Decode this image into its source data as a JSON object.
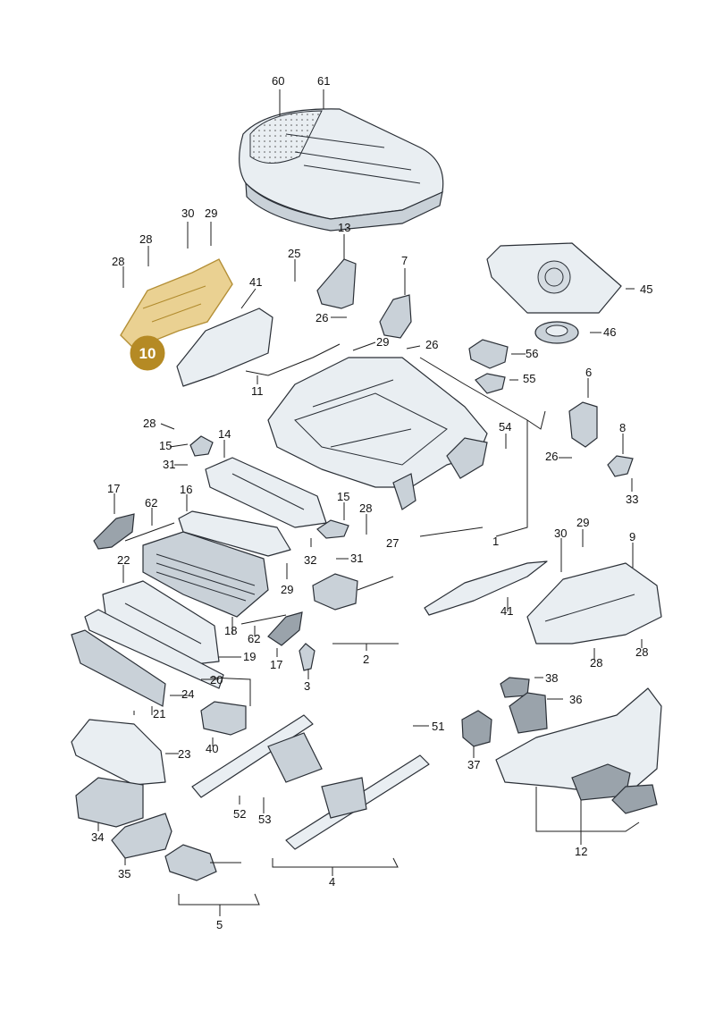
{
  "highlight": {
    "part": "10",
    "color": "#b58a24"
  },
  "labels": {
    "p60": "60",
    "p61": "61",
    "p13": "13",
    "p30a": "30",
    "p29a": "29",
    "p28a": "28",
    "p28b": "28",
    "p41a": "41",
    "p25": "25",
    "p26a": "26",
    "p7": "7",
    "p29b": "29",
    "p26b": "26",
    "p45": "45",
    "p46": "46",
    "p56": "56",
    "p55": "55",
    "p11": "11",
    "p6": "6",
    "p8": "8",
    "p26c": "26",
    "p33": "33",
    "p54": "54",
    "p28c": "28",
    "p15a": "15",
    "p14": "14",
    "p31a": "31",
    "p17a": "17",
    "p62a": "62",
    "p16": "16",
    "p15b": "15",
    "p28d": "28",
    "p27": "27",
    "p1": "1",
    "p32": "32",
    "p31b": "31",
    "p22": "22",
    "p29c": "29",
    "p30b": "30",
    "p29d": "29",
    "p9": "9",
    "p18": "18",
    "p62b": "62",
    "p17b": "17",
    "p2": "2",
    "p41b": "41",
    "p28e": "28",
    "p28f": "28",
    "p19": "19",
    "p3": "3",
    "p20": "20",
    "p24": "24",
    "p21": "21",
    "p38": "38",
    "p36": "36",
    "p40": "40",
    "p51": "51",
    "p23": "23",
    "p37": "37",
    "p12": "12",
    "p34": "34",
    "p52": "52",
    "p53": "53",
    "p35": "35",
    "p4": "4",
    "p5": "5"
  }
}
